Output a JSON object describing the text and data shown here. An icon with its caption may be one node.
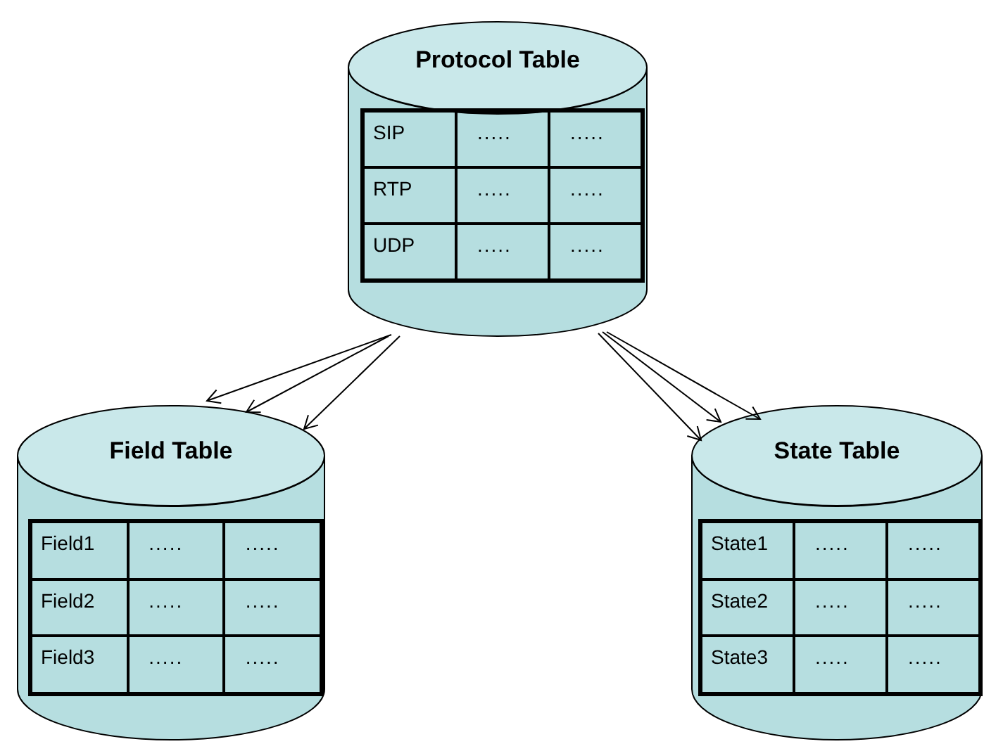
{
  "diagram": {
    "nodes": [
      {
        "text": [
          "Protocol Table",
          "SIP",
          ".....",
          ".....",
          "RTP",
          ".....",
          ".....",
          "UDP",
          ".....",
          "....."
        ]
      },
      {
        "text": [
          "Field Table",
          "Field1",
          ".....",
          ".....",
          "Field2",
          ".....",
          ".....",
          "Field3",
          ".....",
          "....."
        ]
      },
      {
        "text": [
          "State Table",
          "State1",
          ".....",
          ".....",
          "State2",
          ".....",
          ".....",
          "State3",
          ".....",
          "....."
        ]
      }
    ],
    "edges": [
      {
        "from": 0,
        "to": 1,
        "arrow": "to"
      },
      {
        "from": 0,
        "to": 1,
        "arrow": "to"
      },
      {
        "from": 0,
        "to": 1,
        "arrow": "to"
      },
      {
        "from": 0,
        "to": 2,
        "arrow": "to"
      },
      {
        "from": 0,
        "to": 2,
        "arrow": "to"
      },
      {
        "from": 0,
        "to": 2,
        "arrow": "to"
      }
    ]
  }
}
